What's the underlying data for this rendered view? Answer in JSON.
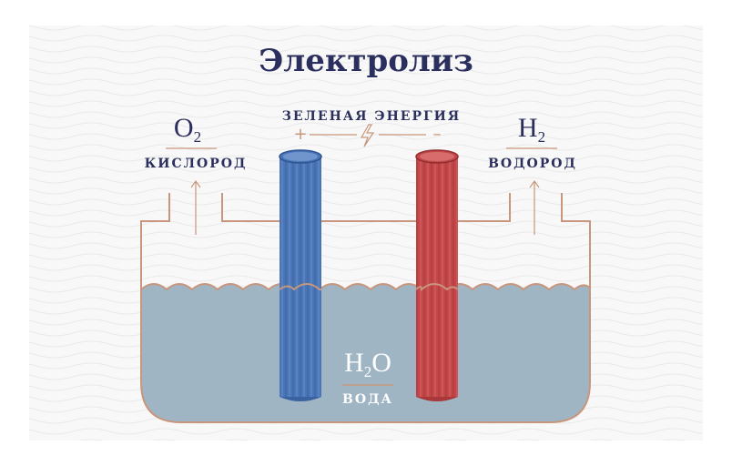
{
  "title": "Электролиз",
  "power": {
    "label": "ЗЕЛЕНАЯ ЭНЕРГИЯ",
    "plus": "+",
    "minus": "–"
  },
  "left_gas": {
    "symbol": "O",
    "subscript": "2",
    "label": "КИСЛОРОД"
  },
  "right_gas": {
    "symbol": "H",
    "subscript": "2",
    "label": "ВОДОРОД"
  },
  "water": {
    "symbol_a": "H",
    "subscript": "2",
    "symbol_b": "O",
    "label": "ВОДА"
  },
  "colors": {
    "title": "#2b2f5e",
    "outline": "#c8967c",
    "water": "#9fb5c4",
    "anode": "#4a76b8",
    "cathode": "#c4484a",
    "background_wave": "#ececec"
  },
  "icons": [
    "lightning-icon",
    "arrow-up-icon"
  ]
}
